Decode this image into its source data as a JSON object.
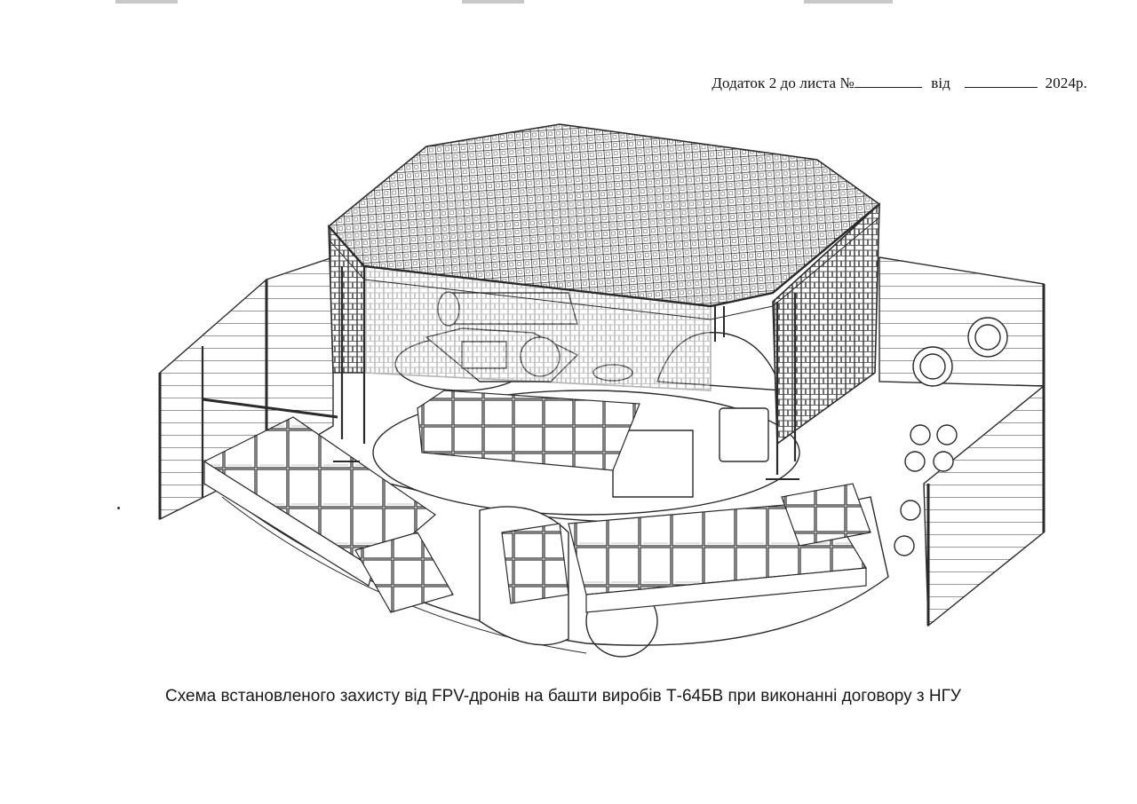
{
  "document": {
    "header": {
      "prefix": "Додаток 2 до листа №",
      "from_word": "від",
      "year": "2024р."
    },
    "figure": {
      "subject": "T-64БВ turret with anti-drone protective cage: mesh roof, side lattice screens, explosive reactive armor blocks"
    },
    "caption": "Схема встановленого захисту від FPV-дронів на башти виробів Т-64БВ при виконанні договору з НГУ"
  },
  "colors": {
    "line": "#2a2a2a",
    "mesh": "#3a3a3a",
    "paper": "#ffffff"
  },
  "icons": {
    "figure": "tank-turret-drawing"
  }
}
